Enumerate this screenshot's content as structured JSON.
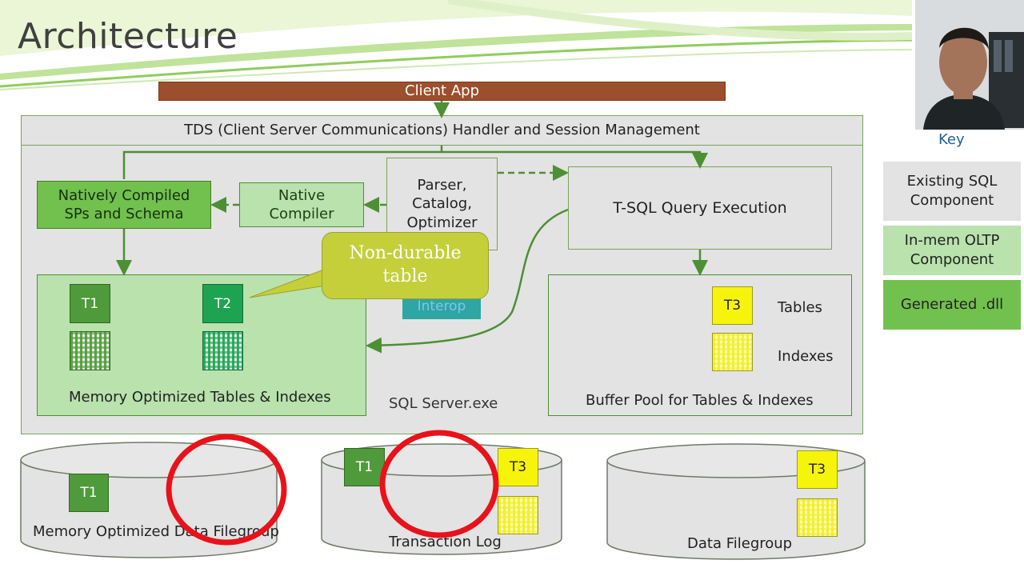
{
  "slide": {
    "title": "Architecture",
    "client_app": "Client App",
    "tds_handler": "TDS (Client Server Communications) Handler and Session Management",
    "natively_compiled": "Natively Compiled\nSPs and Schema",
    "native_compiler": "Native\nCompiler",
    "parser": "Parser,\nCatalog,\nOptimizer",
    "tsql_exec": "T-SQL Query Execution",
    "callout": "Non-durable\ntable",
    "interop": "Interop",
    "mem_tables": "Memory Optimized Tables & Indexes",
    "sql_server": "SQL Server.exe",
    "buffer_pool": "Buffer Pool for Tables & Indexes",
    "tables_label": "Tables",
    "indexes_label": "Indexes",
    "tables": {
      "t1": "T1",
      "t2": "T2",
      "t3": "T3"
    },
    "storage": {
      "mem_filegroup": "Memory Optimized Data Filegroup",
      "transaction_log": "Transaction Log",
      "data_filegroup": "Data Filegroup"
    }
  },
  "key": {
    "title": "Key",
    "items": [
      "Existing SQL\nComponent",
      "In-mem OLTP\nComponent",
      "Generated .dll"
    ]
  },
  "colors": {
    "existing": "#e3e3e3",
    "inmem": "#b9e2ac",
    "generated": "#72c04e",
    "client_bar": "#9c4f2c",
    "callout": "#c5cf3a",
    "table_green": "#4f9a3b",
    "table_yellow": "#f7f40b",
    "highlight_red": "#e8121b"
  }
}
